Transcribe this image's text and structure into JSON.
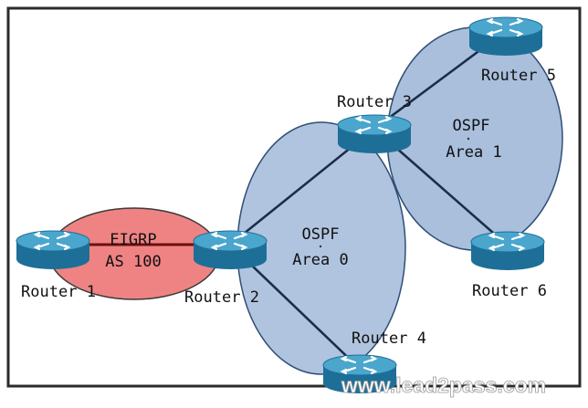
{
  "colors": {
    "frame": "#2b2b2b",
    "ospf_fill": "#a9bfdc",
    "ospf_stroke": "#2f4e75",
    "eigrp_fill": "#ee7a7a",
    "eigrp_stroke": "#3a3a3a",
    "link": "#1c2d4a",
    "eigrp_link": "#6d0f0f",
    "router_top": "#4aa6cd",
    "router_side": "#1e6f98"
  },
  "routers": [
    {
      "id": "r1",
      "label": "Router 1",
      "icon": "router-icon"
    },
    {
      "id": "r2",
      "label": "Router 2",
      "icon": "router-icon"
    },
    {
      "id": "r3",
      "label": "Router 3",
      "icon": "router-icon"
    },
    {
      "id": "r4",
      "label": "Router 4",
      "icon": "router-icon"
    },
    {
      "id": "r5",
      "label": "Router 5",
      "icon": "router-icon"
    },
    {
      "id": "r6",
      "label": "Router 6",
      "icon": "router-icon"
    }
  ],
  "links": [
    {
      "from": "r1",
      "to": "r2",
      "type": "eigrp"
    },
    {
      "from": "r2",
      "to": "r3",
      "type": "ospf"
    },
    {
      "from": "r2",
      "to": "r4",
      "type": "ospf"
    },
    {
      "from": "r3",
      "to": "r5",
      "type": "ospf"
    },
    {
      "from": "r3",
      "to": "r6",
      "type": "ospf"
    }
  ],
  "zones": {
    "eigrp": {
      "line1": "EIGRP",
      "line2": "AS 100"
    },
    "area0": {
      "line1": "OSPF",
      "line2": "Area 0"
    },
    "area1": {
      "line1": "OSPF",
      "line2": "Area 1"
    }
  },
  "watermark": "www.lead2pass.com"
}
